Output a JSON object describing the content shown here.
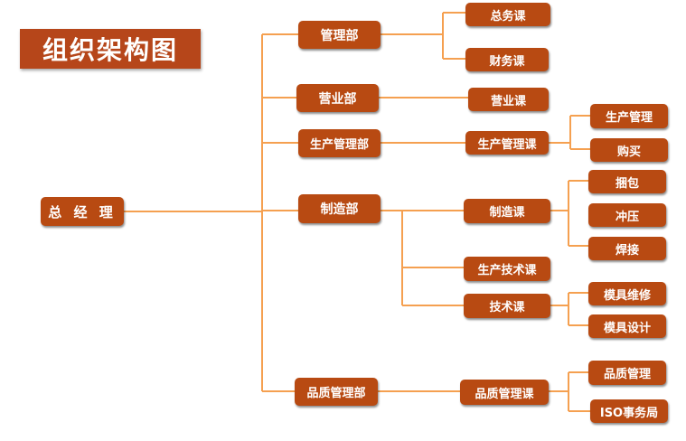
{
  "title": "组织架构图",
  "colors": {
    "node": "#b84a12",
    "title_bg": "#b6461a",
    "line": "#f5a050"
  },
  "root": "总 经 理",
  "departments": [
    {
      "label": "管理部",
      "sections": [
        {
          "label": "总务课"
        },
        {
          "label": "财务课"
        }
      ]
    },
    {
      "label": "营业部",
      "sections": [
        {
          "label": "营业课"
        }
      ]
    },
    {
      "label": "生产管理部",
      "sections": [
        {
          "label": "生产管理课",
          "items": [
            "生产管理",
            "购买"
          ]
        }
      ]
    },
    {
      "label": "制造部",
      "sections": [
        {
          "label": "制造课",
          "items": [
            "捆包",
            "冲压",
            "焊接"
          ]
        },
        {
          "label": "生产技术课"
        },
        {
          "label": "技术课",
          "items": [
            "模具维修",
            "模具设计"
          ]
        }
      ]
    },
    {
      "label": "品质管理部",
      "sections": [
        {
          "label": "品质管理课",
          "items": [
            "品质管理",
            "ISO事务局"
          ]
        }
      ]
    }
  ]
}
